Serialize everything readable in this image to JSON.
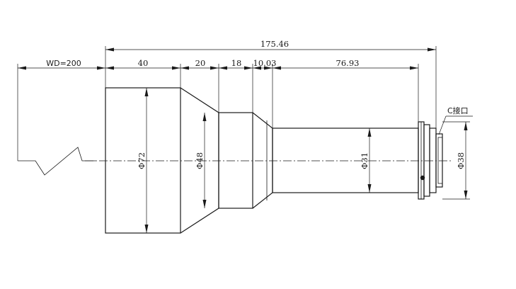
{
  "dimensions": {
    "overall": "175.46",
    "working_distance": "WD=200",
    "seg_1": "40",
    "seg_2": "20",
    "seg_3": "18",
    "seg_4": "10.03",
    "seg_5": "76.93"
  },
  "diameters": {
    "d72": "Φ72",
    "d48": "Φ48",
    "d31": "Φ31",
    "d38": "Φ38"
  },
  "callout": {
    "mount": "C接口"
  }
}
